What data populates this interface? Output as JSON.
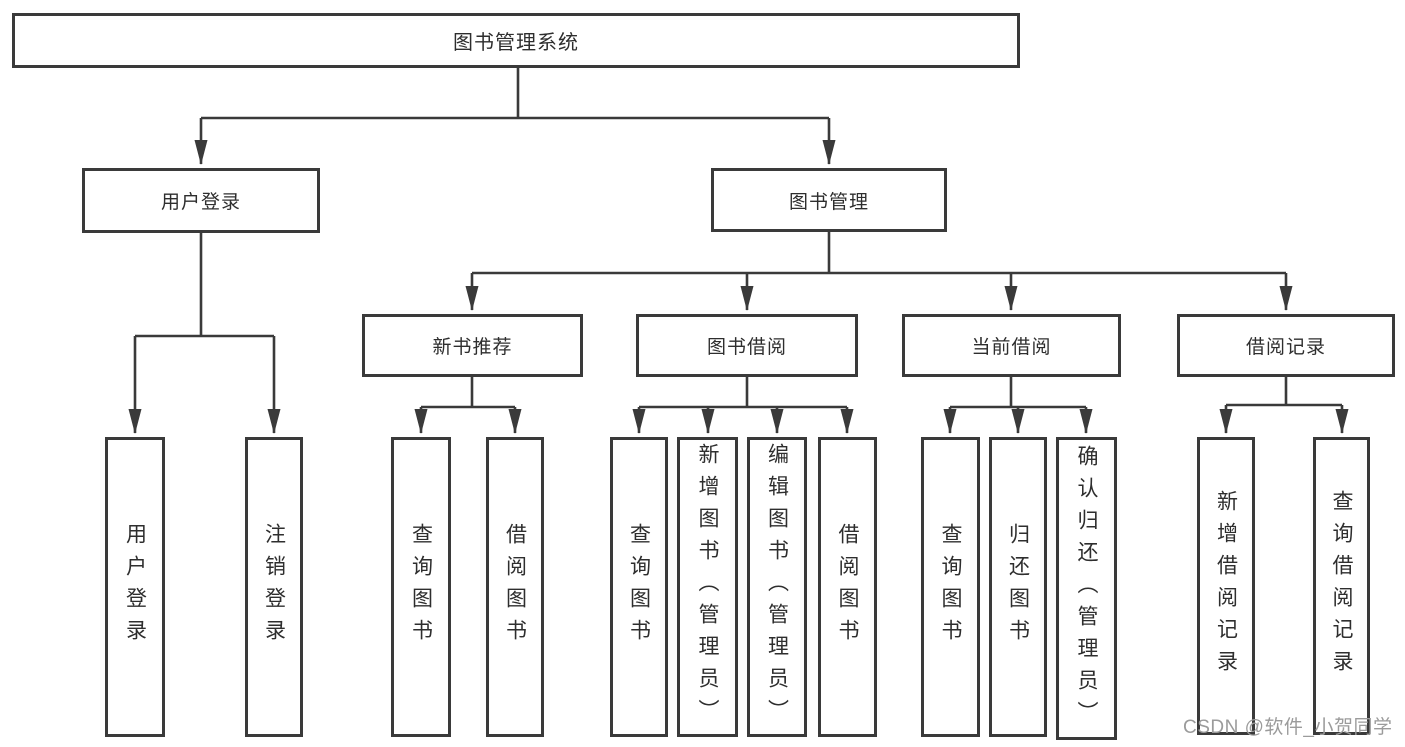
{
  "root": {
    "label": "图书管理系统"
  },
  "level2": [
    {
      "label": "用户登录"
    },
    {
      "label": "图书管理"
    }
  ],
  "level3": [
    {
      "label": "新书推荐"
    },
    {
      "label": "图书借阅"
    },
    {
      "label": "当前借阅"
    },
    {
      "label": "借阅记录"
    }
  ],
  "leaves": [
    {
      "label": "用户登录"
    },
    {
      "label": "注销登录"
    },
    {
      "label": "查询图书"
    },
    {
      "label": "借阅图书"
    },
    {
      "label": "查询图书"
    },
    {
      "label": "新增图书（管理员）"
    },
    {
      "label": "编辑图书（管理员）"
    },
    {
      "label": "借阅图书"
    },
    {
      "label": "查询图书"
    },
    {
      "label": "归还图书"
    },
    {
      "label": "确认归还（管理员）"
    },
    {
      "label": "新增借阅记录"
    },
    {
      "label": "查询借阅记录"
    }
  ],
  "watermark": "CSDN @软件_小贺同学",
  "colors": {
    "line": "#3a3a3a",
    "text": "#2e2e2e",
    "background": "#ffffff",
    "watermark": "#9b9b9b"
  }
}
